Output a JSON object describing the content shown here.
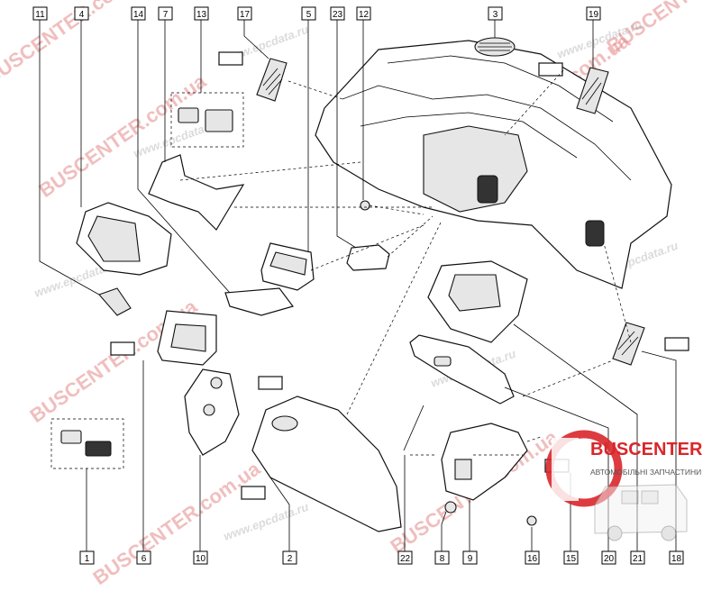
{
  "callouts": [
    {
      "id": "c11",
      "text": "11"
    },
    {
      "id": "c4",
      "text": "4"
    },
    {
      "id": "c14",
      "text": "14"
    },
    {
      "id": "c7",
      "text": "7"
    },
    {
      "id": "c13",
      "text": "13"
    },
    {
      "id": "c17",
      "text": "17"
    },
    {
      "id": "c5",
      "text": "5"
    },
    {
      "id": "c23",
      "text": "23"
    },
    {
      "id": "c12",
      "text": "12"
    },
    {
      "id": "c3",
      "text": "3"
    },
    {
      "id": "c19",
      "text": "19"
    },
    {
      "id": "c1",
      "text": "1"
    },
    {
      "id": "c6",
      "text": "6"
    },
    {
      "id": "c10",
      "text": "10"
    },
    {
      "id": "c2",
      "text": "2"
    },
    {
      "id": "c22",
      "text": "22"
    },
    {
      "id": "c8",
      "text": "8"
    },
    {
      "id": "c9",
      "text": "9"
    },
    {
      "id": "c16",
      "text": "16"
    },
    {
      "id": "c15",
      "text": "15"
    },
    {
      "id": "c20",
      "text": "20"
    },
    {
      "id": "c21",
      "text": "21"
    },
    {
      "id": "c18",
      "text": "18"
    }
  ],
  "watermarks": {
    "brand": "BUSCENTER",
    "domain": ".com.ua",
    "epc": "www.epcdata.ru"
  },
  "logo": {
    "name": "BUSCENTER",
    "tagline": "АВТОМОБІЛЬНІ ЗАПЧАСТИНИ",
    "accent": "#d9262b"
  }
}
